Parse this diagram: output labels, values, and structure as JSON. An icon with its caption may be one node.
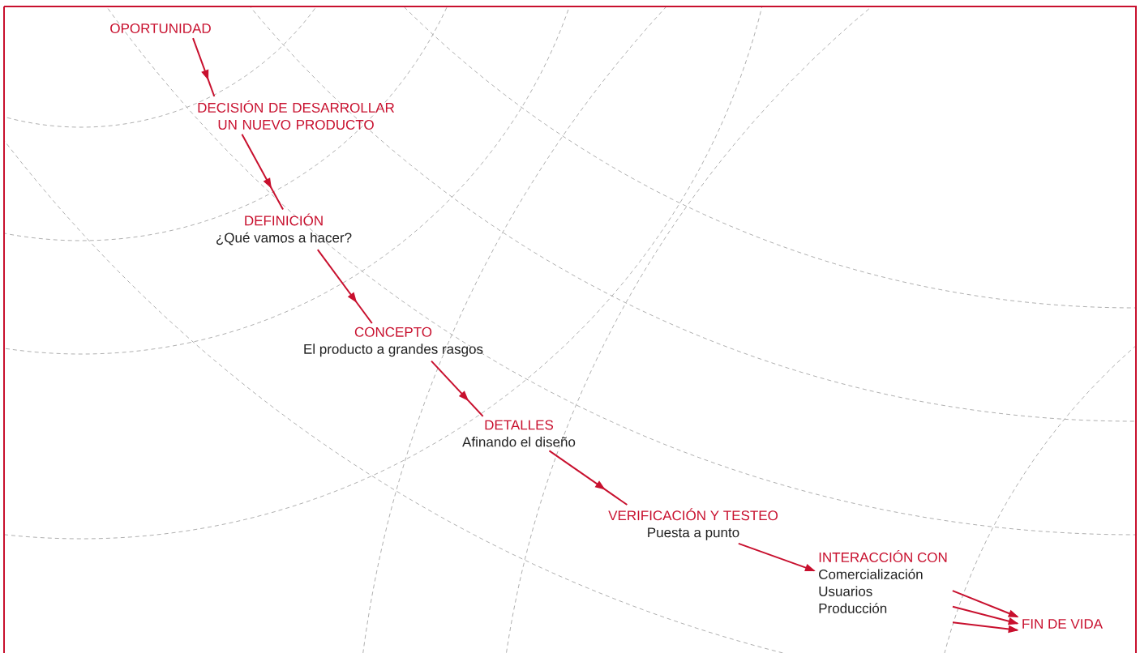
{
  "diagram": {
    "nodes": [
      {
        "text": [
          "OPORTUNIDAD"
        ]
      },
      {
        "text": [
          "DECISIÓN DE DESARROLLAR UN NUEVO PRODUCTO"
        ]
      },
      {
        "text": [
          "DEFINICIÓN",
          "¿Qué vamos a hacer?"
        ]
      },
      {
        "text": [
          "CONCEPTO",
          "El producto a grandes rasgos"
        ]
      },
      {
        "text": [
          "DETALLES",
          "Afinando el diseño"
        ]
      },
      {
        "text": [
          "VERIFICACIÓN Y TESTEO",
          "Puesta a punto"
        ]
      },
      {
        "text": [
          "INTERACCIÓN CON",
          "Comercialización",
          "Usuarios",
          "Producción"
        ]
      },
      {
        "text": [
          "FIN DE VIDA"
        ]
      }
    ],
    "edges": [
      {
        "from": 0,
        "to": 1,
        "arrow": "to"
      },
      {
        "from": 1,
        "to": 2,
        "arrow": "to"
      },
      {
        "from": 2,
        "to": 3,
        "arrow": "to"
      },
      {
        "from": 3,
        "to": 4,
        "arrow": "to"
      },
      {
        "from": 4,
        "to": 5,
        "arrow": "to"
      },
      {
        "from": 5,
        "to": 6,
        "arrow": "to"
      },
      {
        "from": 6,
        "to": 7,
        "arrow": "to"
      },
      {
        "from": 6,
        "to": 7,
        "arrow": "to"
      },
      {
        "from": 6,
        "to": 7,
        "arrow": "to"
      }
    ]
  }
}
